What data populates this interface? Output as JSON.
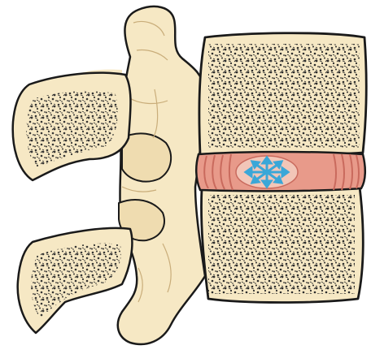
{
  "diagram": {
    "subject": "lateral-view-lumbar-vertebrae",
    "colors": {
      "background": "#ffffff",
      "bone": "#f6e8c4",
      "bone_shade": "#e9d3a3",
      "outline": "#1a1a1a",
      "trabecular": "#2b2b2b",
      "disc": "#e89a8a",
      "disc_stripe": "#c96a5d",
      "nucleus": "#f2c6b8",
      "arrow": "#3aa7d8"
    },
    "parts": [
      {
        "id": "upper-vertebral-body",
        "role": "vertebral-body"
      },
      {
        "id": "lower-vertebral-body",
        "role": "vertebral-body"
      },
      {
        "id": "intervertebral-disc",
        "role": "annulus-fibrosus"
      },
      {
        "id": "nucleus-pulposus",
        "role": "nucleus",
        "arrows": 8
      },
      {
        "id": "upper-transverse-process",
        "role": "process"
      },
      {
        "id": "lower-transverse-process",
        "role": "process"
      },
      {
        "id": "posterior-elements",
        "role": "facet-joints"
      }
    ]
  }
}
